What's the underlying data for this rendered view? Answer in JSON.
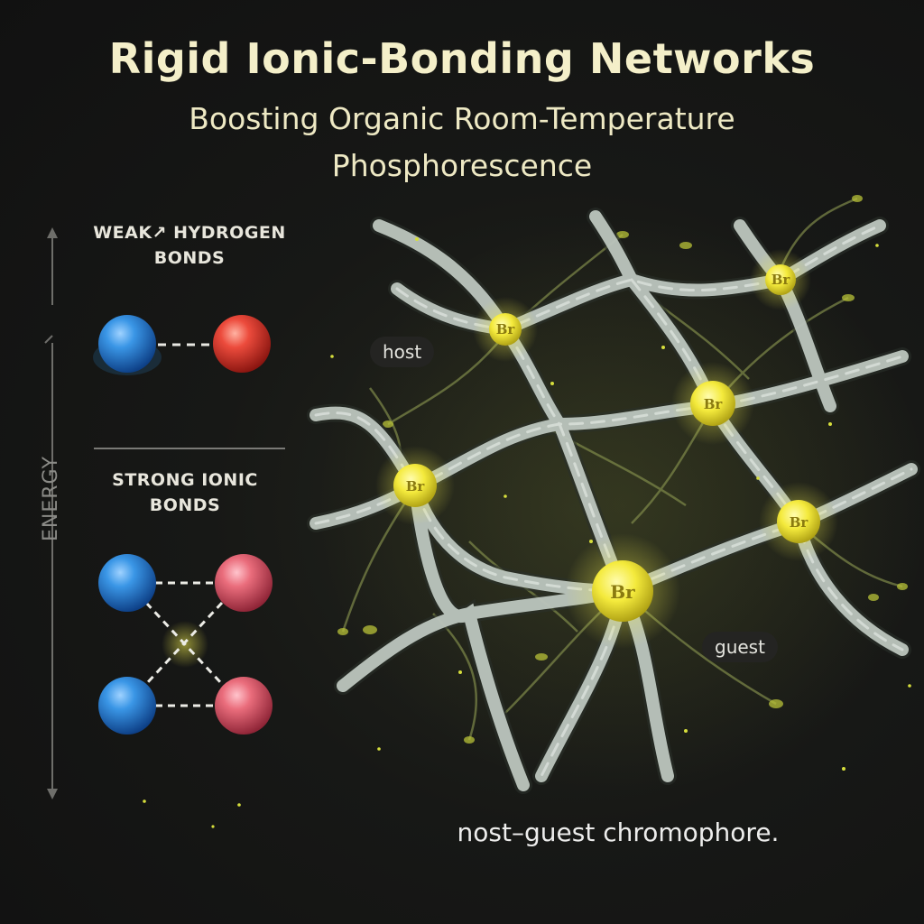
{
  "header": {
    "title": "Rigid Ionic-Bonding Networks",
    "subtitle": "Boosting Organic Room-Temperature Phosphorescence"
  },
  "left_panel": {
    "axis_label": "ENERGY",
    "weak_bonds_label": "WEAK↗ HYDROGEN BONDS",
    "strong_bonds_label": "STRONG IONIC BONDS"
  },
  "network": {
    "host_label": "host",
    "guest_label": "guest",
    "node_label": "Br",
    "caption": "nost–guest chromophore."
  },
  "colors": {
    "title": "#f4efc9",
    "cation_blue": "#2f8fe0",
    "anion_red": "#e8413a",
    "anion_pink": "#e86878",
    "strand": "#c4cec6",
    "glow": "#e6e23a"
  }
}
